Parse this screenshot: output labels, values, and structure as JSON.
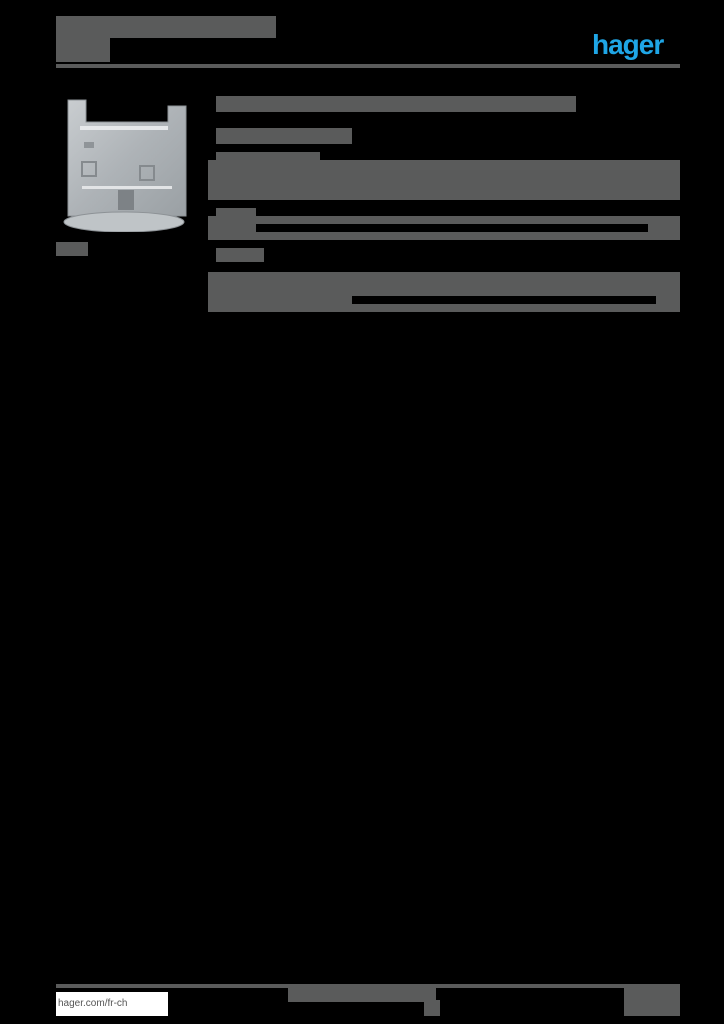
{
  "header": {
    "title_redacted": true,
    "subtitle_redacted": true,
    "logo_text": "hager",
    "logo_color": "#1fa6e6"
  },
  "product": {
    "image": "metal-mounting-bracket",
    "caption_redacted": true,
    "title_redacted": true,
    "subtitle_redacted": true,
    "sections": [
      {
        "label_redacted": true,
        "content_redacted": true
      },
      {
        "label_redacted": true,
        "content_redacted": true
      },
      {
        "label_redacted": true,
        "content_redacted": true
      }
    ]
  },
  "footer": {
    "url": "hager.com/fr-ch",
    "center_redacted": true,
    "page_redacted": true
  },
  "colors": {
    "redaction_gray": "#5a5b5b",
    "background": "#000000",
    "brand_blue": "#1fa6e6"
  }
}
